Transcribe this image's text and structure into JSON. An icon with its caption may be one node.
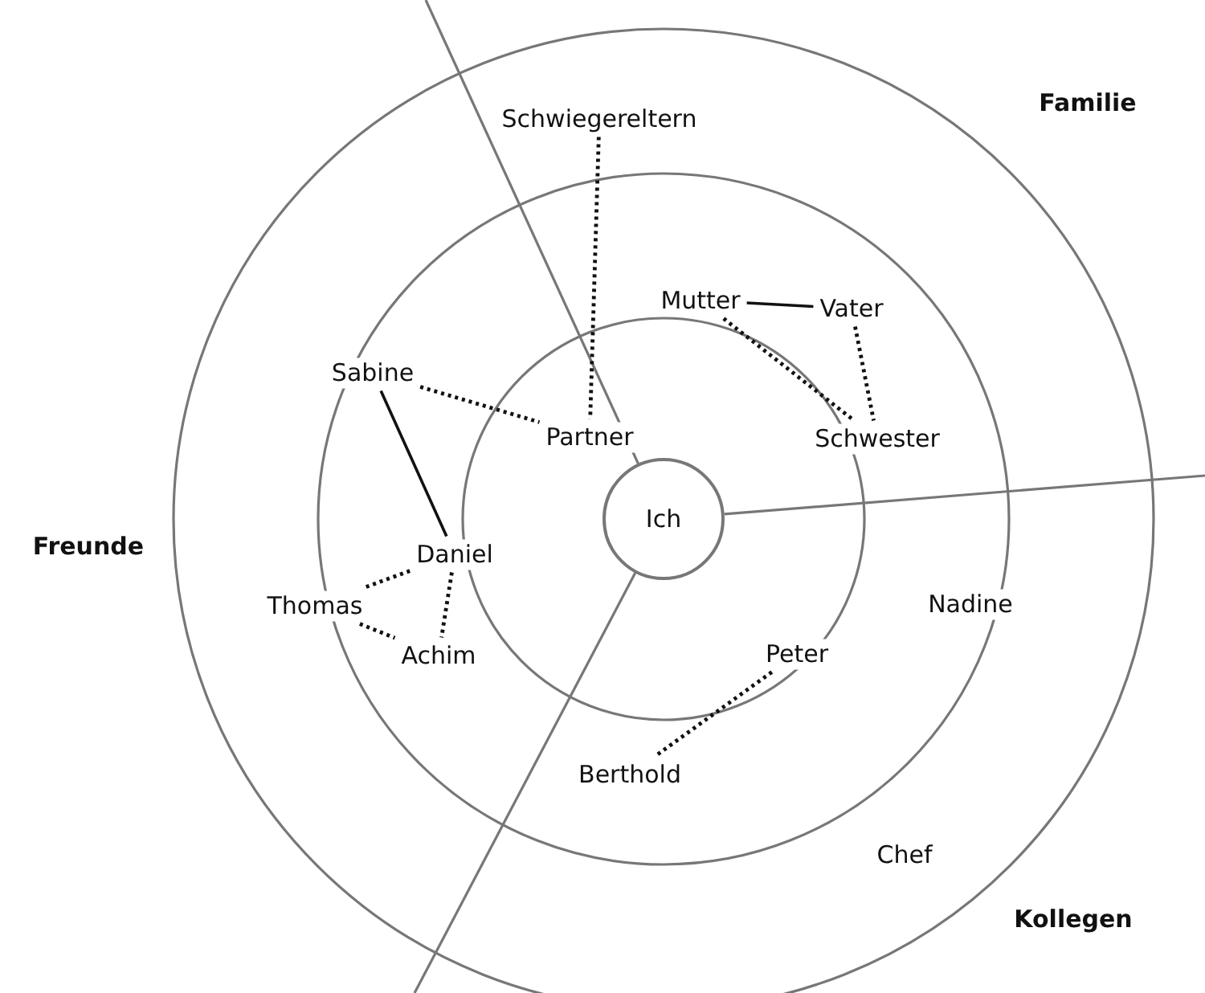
{
  "diagram": {
    "nodes": [
      {
        "text": [
          "Ich"
        ]
      },
      {
        "text": [
          "Schwiegereltern"
        ]
      },
      {
        "text": [
          "Mutter"
        ]
      },
      {
        "text": [
          "Vater"
        ]
      },
      {
        "text": [
          "Sabine"
        ]
      },
      {
        "text": [
          "Partner"
        ]
      },
      {
        "text": [
          "Schwester"
        ]
      },
      {
        "text": [
          "Daniel"
        ]
      },
      {
        "text": [
          "Thomas"
        ]
      },
      {
        "text": [
          "Nadine"
        ]
      },
      {
        "text": [
          "Achim"
        ]
      },
      {
        "text": [
          "Peter"
        ]
      },
      {
        "text": [
          "Berthold"
        ]
      },
      {
        "text": [
          "Chef"
        ]
      }
    ],
    "edges": [
      {
        "from": 1,
        "to": 5,
        "arrow": "none",
        "style": "dashed"
      },
      {
        "from": 2,
        "to": 3,
        "arrow": "none"
      },
      {
        "from": 2,
        "to": 6,
        "arrow": "none",
        "style": "dashed"
      },
      {
        "from": 3,
        "to": 6,
        "arrow": "none",
        "style": "dashed"
      },
      {
        "from": 4,
        "to": 5,
        "arrow": "none",
        "style": "dashed"
      },
      {
        "from": 4,
        "to": 7,
        "arrow": "none"
      },
      {
        "from": 7,
        "to": 8,
        "arrow": "none",
        "style": "dashed"
      },
      {
        "from": 8,
        "to": 10,
        "arrow": "none",
        "style": "dashed"
      },
      {
        "from": 7,
        "to": 10,
        "arrow": "none",
        "style": "dashed"
      },
      {
        "from": 11,
        "to": 12,
        "arrow": "none",
        "style": "dashed"
      }
    ],
    "labels": [
      "Familie",
      "Freunde",
      "Kollegen"
    ]
  }
}
